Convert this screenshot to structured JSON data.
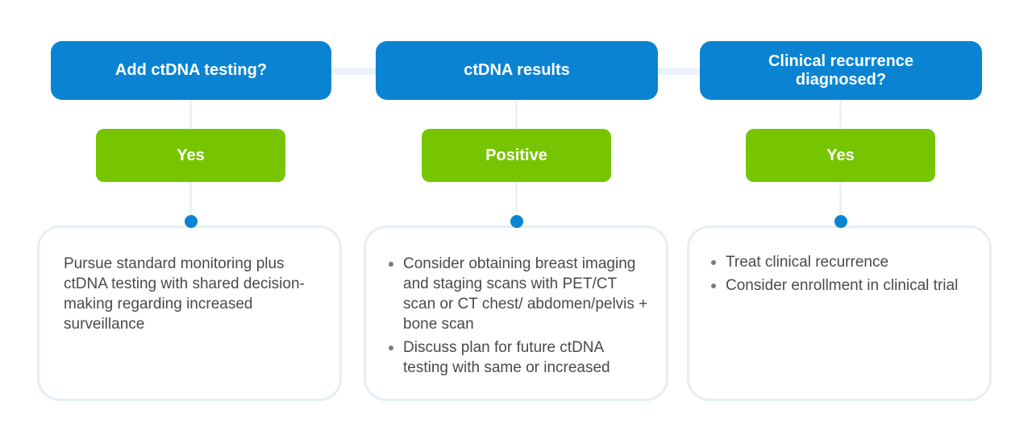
{
  "colors": {
    "header": "#0a84d2",
    "decision": "#77c500",
    "connector": "#ebf3f9",
    "card_border": "#e5eef5",
    "text": "#4a4a4a"
  },
  "columns": [
    {
      "header": "Add ctDNA testing?",
      "decision": "Yes",
      "text": "Pursue standard monitoring plus ctDNA testing with shared decision-making regarding increased surveillance"
    },
    {
      "header": "ctDNA results",
      "decision": "Positive",
      "bullets": [
        "Consider obtaining breast imaging and staging scans with PET/CT scan or CT chest/ abdomen/pelvis + bone scan",
        "Discuss plan for future ctDNA testing with same or increased"
      ]
    },
    {
      "header": "Clinical recurrence diagnosed?",
      "decision": "Yes",
      "bullets": [
        "Treat clinical recurrence",
        "Consider enrollment in clinical trial"
      ]
    }
  ]
}
